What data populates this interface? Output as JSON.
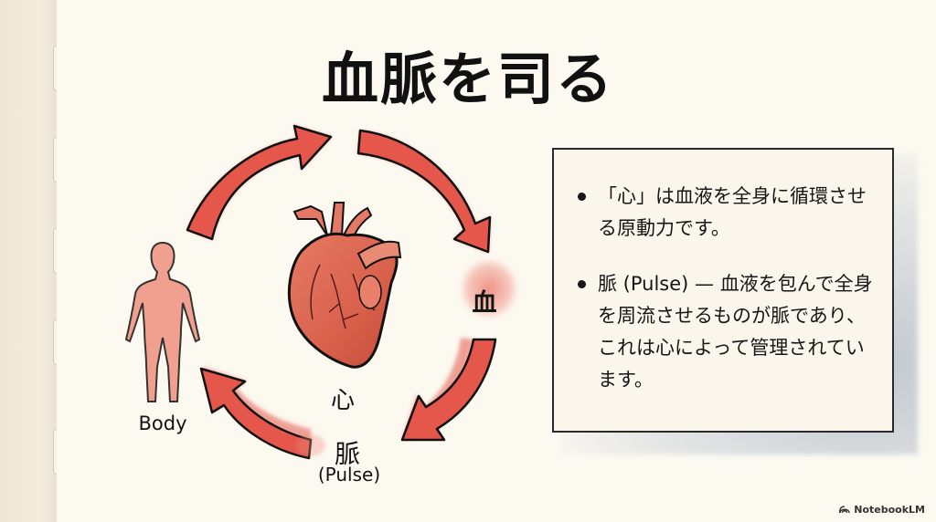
{
  "slide": {
    "title": "血脈を司る"
  },
  "diagram": {
    "nodes": {
      "body": {
        "label": "Body",
        "icon": "human-body-icon"
      },
      "heart": {
        "label": "心",
        "icon": "anatomical-heart-icon"
      },
      "pulse": {
        "label": "脈",
        "sublabel": "(Pulse)"
      },
      "blood": {
        "label": "血"
      }
    },
    "cycle_direction": "clockwise",
    "arrow_count": 4,
    "colors": {
      "arrow_fill": "#e4574a",
      "arrow_outline": "#111111",
      "body_fill": "#f0907e",
      "blood_splash": "#ee8f82"
    }
  },
  "card": {
    "bullets": [
      {
        "text": "「心」は血液を全身に循環させる原動力です。"
      },
      {
        "text": "脈 (Pulse) — 血液を包んで全身を周流させるものが脈であり、これは心によって管理されています。"
      }
    ]
  },
  "branding": {
    "label": "NotebookLM",
    "icon": "notebooklm-logo-icon"
  }
}
